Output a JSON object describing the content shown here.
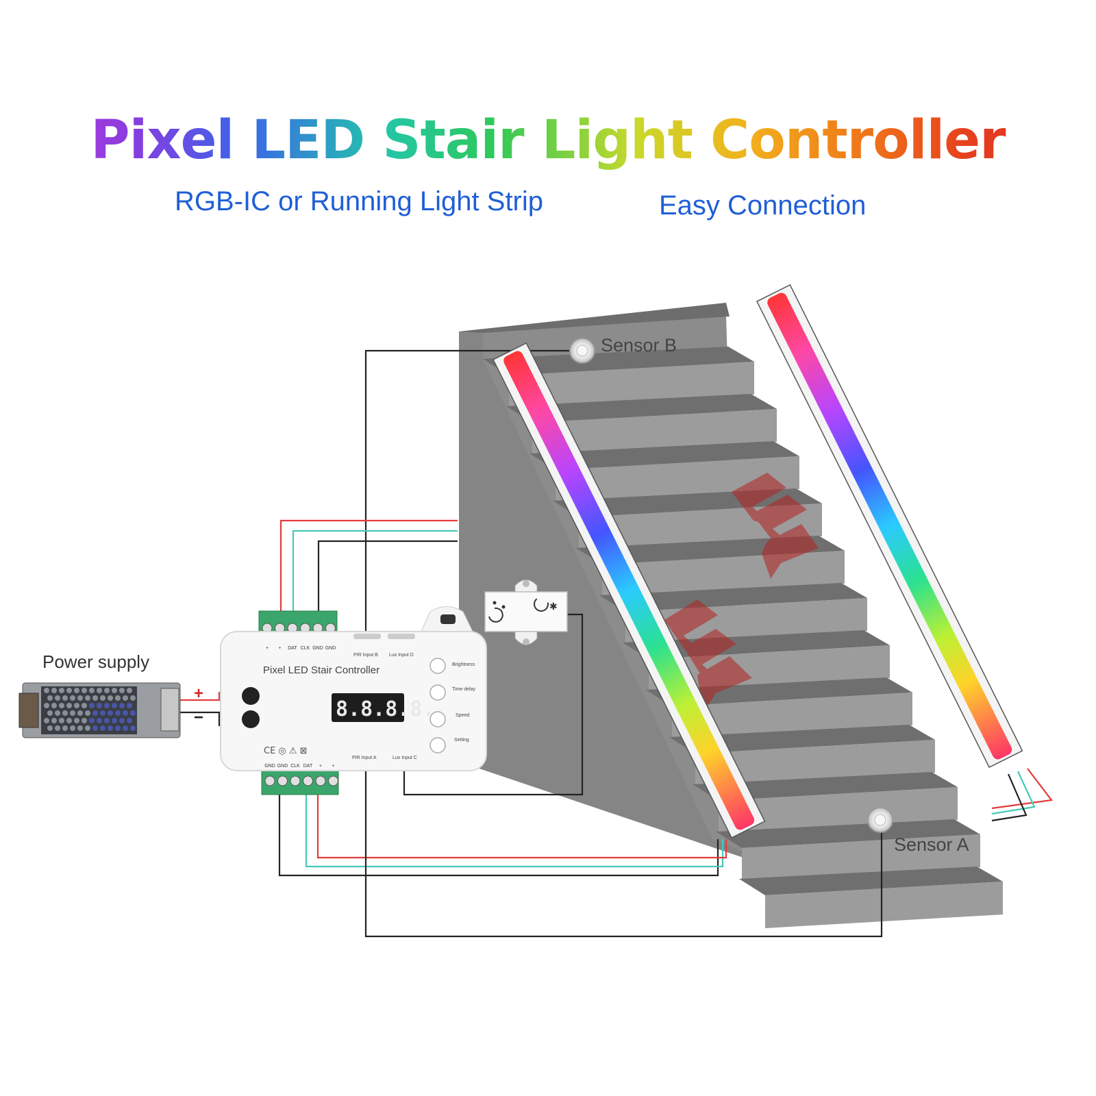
{
  "header": {
    "title": "Pixel LED Stair Light Controller",
    "subtitle_left": "RGB-IC or Running Light Strip",
    "subtitle_right": "Easy Connection"
  },
  "labels": {
    "sensor_b": "Sensor B",
    "sensor_a": "Sensor A",
    "power_supply": "Power supply",
    "plus": "+",
    "minus": "−"
  },
  "controller": {
    "name": "Pixel LED Stair Controller",
    "display": "8.8.8.8.",
    "top_terminals": [
      "+",
      "+",
      "DAT",
      "CLK",
      "GND",
      "GND"
    ],
    "bottom_terminals": [
      "GND",
      "GND",
      "CLK",
      "DAT",
      "+",
      "+"
    ],
    "pir_b": "PIR Input B",
    "lux_d": "Lux Input D",
    "pir_a": "PIR Input A",
    "lux_c": "Lux Input C",
    "buttons": [
      "Brightness",
      "Time delay",
      "Speed",
      "Setting"
    ]
  },
  "colors": {
    "wire_red": "#e23b3b",
    "wire_cyan": "#47c9b5",
    "wire_black": "#222222",
    "stair_top": "#7a7a7a",
    "stair_side": "#8e8e8e",
    "terminal_green": "#3aa66b"
  }
}
